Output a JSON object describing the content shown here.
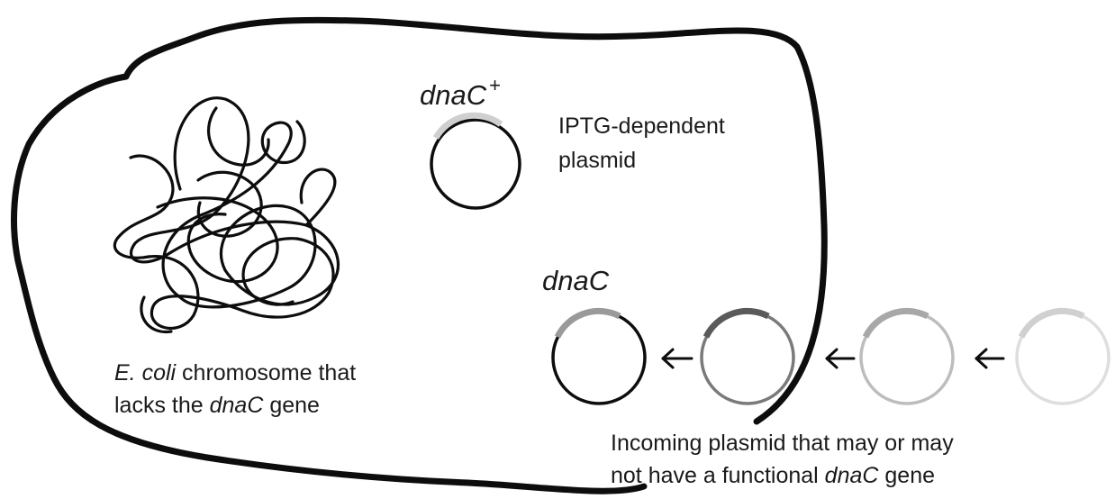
{
  "labels": {
    "plasmid_gene_plus": "dnaC",
    "plasmid_gene_plus_sup": "+",
    "iptg_line1": "IPTG-dependent",
    "iptg_line2": "plasmid",
    "incoming_gene": "dnaC",
    "chromosome_line1_italic": "E. coli",
    "chromosome_line1_rest": " chromosome that",
    "chromosome_line2_pre": "lacks the ",
    "chromosome_line2_italic": "dnaC",
    "chromosome_line2_post": " gene",
    "incoming_line1": "Incoming plasmid that may or may",
    "incoming_line2_pre": "not have a functional ",
    "incoming_line2_italic": "dnaC",
    "incoming_line2_post": " gene"
  },
  "colors": {
    "outline": "#0d0d0d",
    "gene_segment_light": "#cfcfcf",
    "gene_segment_mid": "#9a9a9a",
    "fade_1": "#7a7a7a",
    "fade_2": "#bdbdbd",
    "fade_3": "#dedede"
  },
  "icons": [
    "cell-membrane",
    "chromosome-tangle",
    "plasmid-circle",
    "arrow-left-icon"
  ]
}
